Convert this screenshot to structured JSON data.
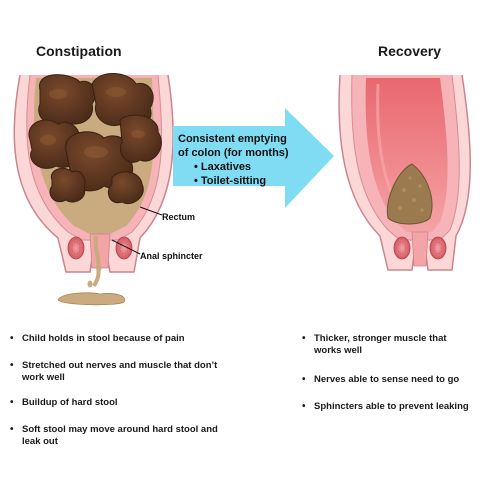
{
  "titles": {
    "left": "Constipation",
    "right": "Recovery"
  },
  "arrow": {
    "line1": "Consistent emptying",
    "line2": "of colon (for months)",
    "bullet1": "• Laxatives",
    "bullet2": "• Toilet-sitting"
  },
  "labels": {
    "rectum": "Rectum",
    "sphincter": "Anal sphincter"
  },
  "left_bullets": [
    "Child holds in stool because of pain",
    "Stretched out nerves and muscle that don’t work well",
    "Buildup of hard stool",
    "Soft stool may move around hard stool and leak out"
  ],
  "right_bullets": [
    "Thicker, stronger muscle that works well",
    "Nerves able to sense need to go",
    "Sphincters able to prevent leaking"
  ],
  "colors": {
    "arrow": "#7fdcf2",
    "tissue_pink": "#f6b3b8",
    "tissue_light": "#fbd7d8",
    "inner_red": "#e2606a",
    "stool_dark": "#5a3420",
    "stool_recovery": "#9a7a4e"
  }
}
